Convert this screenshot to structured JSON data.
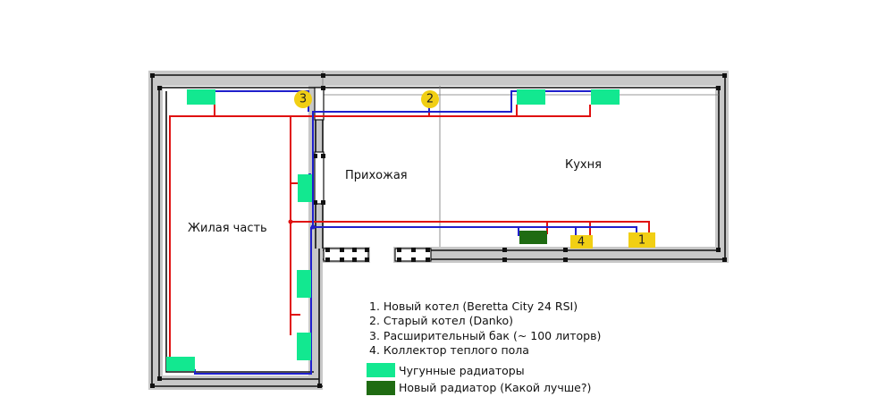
{
  "rooms": {
    "living": "Жилая часть",
    "hallway": "Прихожая",
    "kitchen": "Кухня"
  },
  "markers": {
    "m1": "1",
    "m2": "2",
    "m3": "3",
    "m4": "4"
  },
  "legend": {
    "items": [
      "1. Новый котел (Beretta City 24 RSI)",
      "2. Старый котел (Danko)",
      "3. Расширительный бак (~ 100 литорв)",
      "4. Коллектор теплого пола"
    ],
    "cast_iron_label": "Чугунные радиаторы",
    "new_radiator_label": "Новый радиатор (Какой лучше?)"
  },
  "colors": {
    "supply_pipe": "#e01010",
    "return_pipe": "#2020cc",
    "cast_iron_radiator": "#12e890",
    "new_radiator": "#1f6b12",
    "marker_fill": "#f1cf14",
    "wall_fill": "#c8c8c8",
    "wall_line": "#111111"
  }
}
